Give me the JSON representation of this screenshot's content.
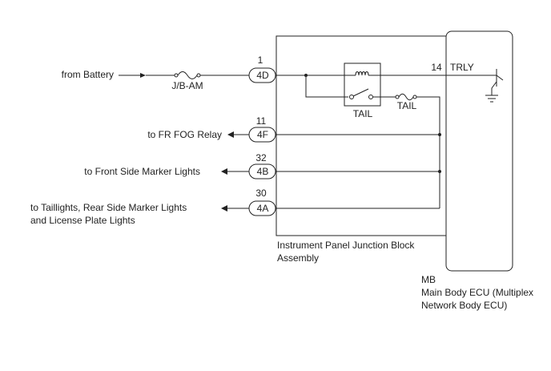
{
  "diagram": {
    "source_label": "from Battery",
    "fuse_jb_am": "J/B-AM",
    "fuse_tail": "TAIL",
    "relay_label": "TAIL",
    "outputs": [
      {
        "text": "to FR FOG Relay",
        "pin": "11",
        "connector": "4F"
      },
      {
        "text": "to Front Side Marker Lights",
        "pin": "32",
        "connector": "4B"
      },
      {
        "text": "to Taillights, Rear Side Marker Lights",
        "text2": "and License Plate Lights",
        "pin": "30",
        "connector": "4A"
      }
    ],
    "input_pin": "1",
    "input_connector": "4D",
    "ecu_pin": "14",
    "ecu_signal": "TRLY",
    "junction_block": {
      "line1": "Instrument Panel Junction Block",
      "line2": "Assembly"
    },
    "ecu": {
      "code": "MB",
      "line1": "Main Body ECU (Multiplex",
      "line2": "Network Body ECU)"
    }
  }
}
